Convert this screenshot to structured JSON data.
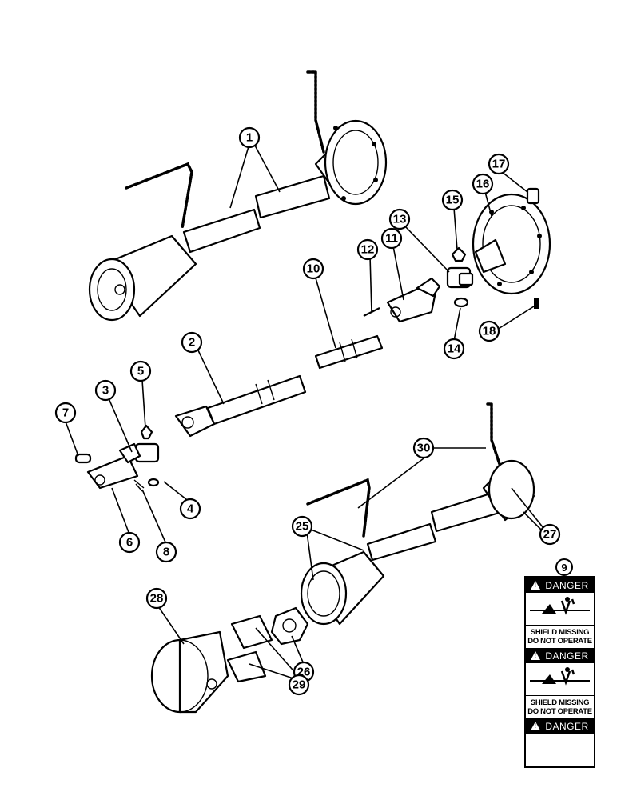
{
  "callouts": {
    "c1": "1",
    "c2": "2",
    "c3": "3",
    "c4": "4",
    "c5": "5",
    "c6": "6",
    "c7": "7",
    "c8": "8",
    "c9": "9",
    "c10": "10",
    "c11": "11",
    "c12": "12",
    "c13": "13",
    "c14": "14",
    "c15": "15",
    "c16": "16",
    "c17": "17",
    "c18": "18",
    "c25": "25",
    "c26": "26",
    "c27": "27",
    "c28": "28",
    "c29": "29",
    "c30": "30"
  },
  "decal": {
    "danger_label": "DANGER",
    "line1": "SHIELD MISSING",
    "line2": "DO NOT OPERATE"
  }
}
